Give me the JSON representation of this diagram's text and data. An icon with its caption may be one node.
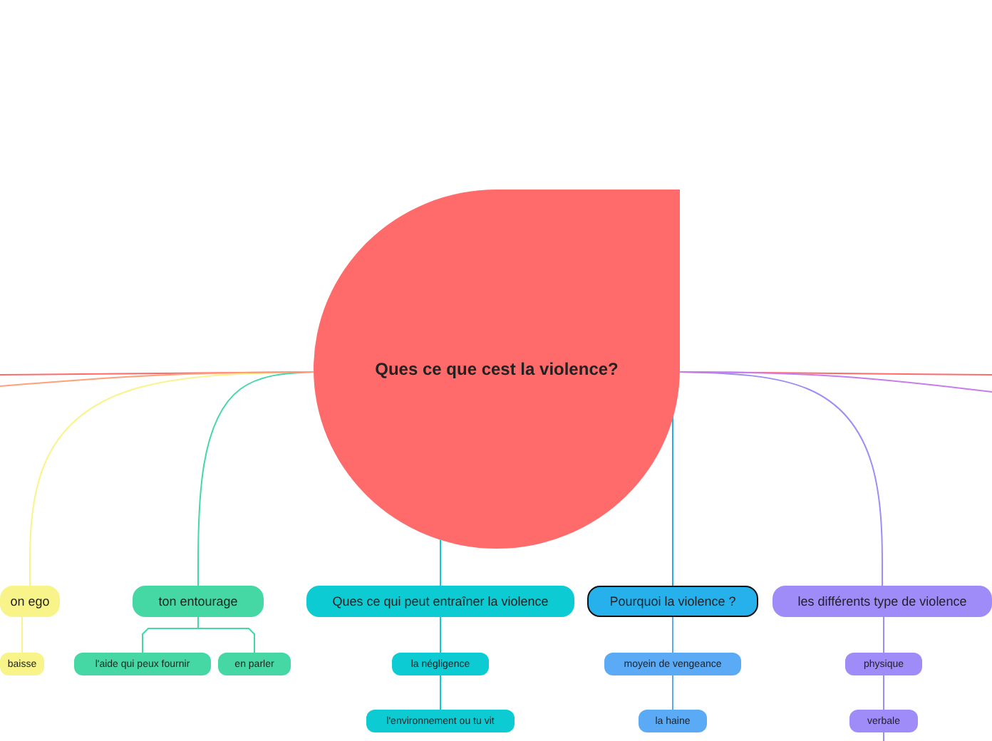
{
  "diagram": {
    "nodes": [
      {
        "text": [
          "Ques ce que cest la violence?"
        ]
      },
      {
        "text": [
          "on ego"
        ]
      },
      {
        "text": [
          "ton entourage"
        ]
      },
      {
        "text": [
          "Ques ce qui peut entraîner la violence"
        ]
      },
      {
        "text": [
          "Pourquoi la violence ?"
        ]
      },
      {
        "text": [
          "les différents type de violence"
        ]
      },
      {
        "text": [
          "baisse"
        ]
      },
      {
        "text": [
          "l'aide qui peux fournir"
        ]
      },
      {
        "text": [
          "en parler"
        ]
      },
      {
        "text": [
          "la négligence"
        ]
      },
      {
        "text": [
          "l'environnement ou tu vit"
        ]
      },
      {
        "text": [
          "moyein de vengeance"
        ]
      },
      {
        "text": [
          "la haine"
        ]
      },
      {
        "text": [
          "physique"
        ]
      },
      {
        "text": [
          "verbale"
        ]
      }
    ],
    "edges": [
      {
        "from": 0,
        "to": 1,
        "arrow": "none",
        "color": "#f8f48a"
      },
      {
        "from": 0,
        "to": 2,
        "arrow": "none",
        "color": "#45d8a5"
      },
      {
        "from": 0,
        "to": 3,
        "arrow": "none",
        "color": "#0ccbd3"
      },
      {
        "from": 0,
        "to": 4,
        "arrow": "none",
        "color": "#27a9ec"
      },
      {
        "from": 0,
        "to": 5,
        "arrow": "none",
        "color": "#a08cf8"
      },
      {
        "from": 1,
        "to": 6,
        "arrow": "none",
        "color": "#f8f48a"
      },
      {
        "from": 2,
        "to": 7,
        "arrow": "none",
        "color": "#45d8a5"
      },
      {
        "from": 2,
        "to": 8,
        "arrow": "none",
        "color": "#45d8a5"
      },
      {
        "from": 3,
        "to": 9,
        "arrow": "none",
        "color": "#0ccbd3"
      },
      {
        "from": 9,
        "to": 10,
        "arrow": "none",
        "color": "#0ccbd3"
      },
      {
        "from": 4,
        "to": 11,
        "arrow": "none",
        "color": "#5aaaf5"
      },
      {
        "from": 11,
        "to": 12,
        "arrow": "none",
        "color": "#5aaaf5"
      },
      {
        "from": 5,
        "to": 13,
        "arrow": "none",
        "color": "#a08cf8"
      },
      {
        "from": 13,
        "to": 14,
        "arrow": "none",
        "color": "#a08cf8"
      },
      {
        "from": 14,
        "to": null,
        "arrow": "none",
        "color": "#a08cf8"
      },
      {
        "from": 0,
        "to": null,
        "arrow": "none",
        "color": "#ff6b6b"
      },
      {
        "from": 0,
        "to": null,
        "arrow": "none",
        "color": "#ffa07a"
      },
      {
        "from": 0,
        "to": null,
        "arrow": "none",
        "color": "#ff6b6b"
      },
      {
        "from": 0,
        "to": null,
        "arrow": "none",
        "color": "#c77dea"
      }
    ]
  }
}
